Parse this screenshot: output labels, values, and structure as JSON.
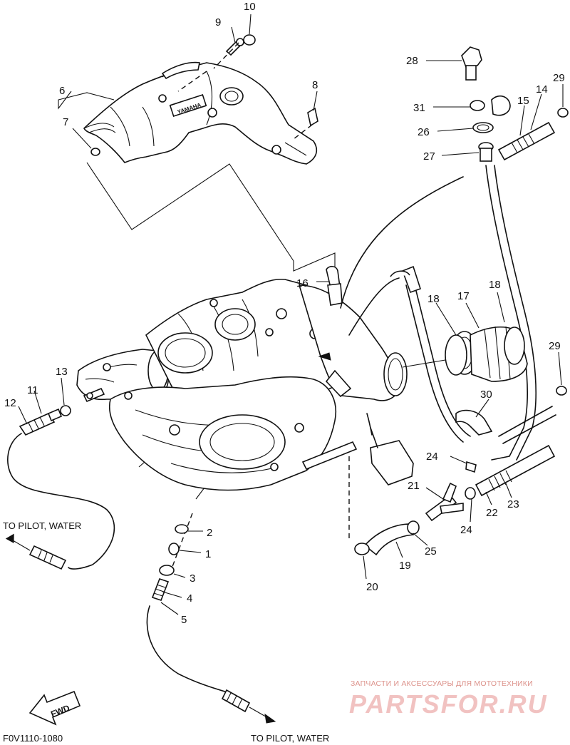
{
  "figure_code": "F0V1110-1080",
  "notes": {
    "to_pilot_left": "TO PILOT, WATER",
    "to_pilot_bottom": "TO PILOT, WATER"
  },
  "fwd_label": "FWD",
  "cover_logo": "YAMAHA",
  "watermark": {
    "line1": "ЗАПЧАСТИ И АКСЕССУАРЫ ДЛЯ МОТОТЕХНИКИ",
    "line2": "PARTSFOR.RU"
  },
  "callouts": [
    {
      "id": "c1",
      "label": "1"
    },
    {
      "id": "c2",
      "label": "2"
    },
    {
      "id": "c3",
      "label": "3"
    },
    {
      "id": "c4",
      "label": "4"
    },
    {
      "id": "c5",
      "label": "5"
    },
    {
      "id": "c6",
      "label": "6"
    },
    {
      "id": "c7",
      "label": "7"
    },
    {
      "id": "c8",
      "label": "8"
    },
    {
      "id": "c9",
      "label": "9"
    },
    {
      "id": "c10",
      "label": "10"
    },
    {
      "id": "c11",
      "label": "11"
    },
    {
      "id": "c12",
      "label": "12"
    },
    {
      "id": "c13",
      "label": "13"
    },
    {
      "id": "c14",
      "label": "14"
    },
    {
      "id": "c15",
      "label": "15"
    },
    {
      "id": "c16",
      "label": "16"
    },
    {
      "id": "c17",
      "label": "17"
    },
    {
      "id": "c18a",
      "label": "18"
    },
    {
      "id": "c18b",
      "label": "18"
    },
    {
      "id": "c19",
      "label": "19"
    },
    {
      "id": "c20",
      "label": "20"
    },
    {
      "id": "c21",
      "label": "21"
    },
    {
      "id": "c22",
      "label": "22"
    },
    {
      "id": "c23",
      "label": "23"
    },
    {
      "id": "c24a",
      "label": "24"
    },
    {
      "id": "c24b",
      "label": "24"
    },
    {
      "id": "c25",
      "label": "25"
    },
    {
      "id": "c26",
      "label": "26"
    },
    {
      "id": "c27",
      "label": "27"
    },
    {
      "id": "c28",
      "label": "28"
    },
    {
      "id": "c29a",
      "label": "29"
    },
    {
      "id": "c29b",
      "label": "29"
    },
    {
      "id": "c30",
      "label": "30"
    },
    {
      "id": "c31",
      "label": "31"
    }
  ]
}
